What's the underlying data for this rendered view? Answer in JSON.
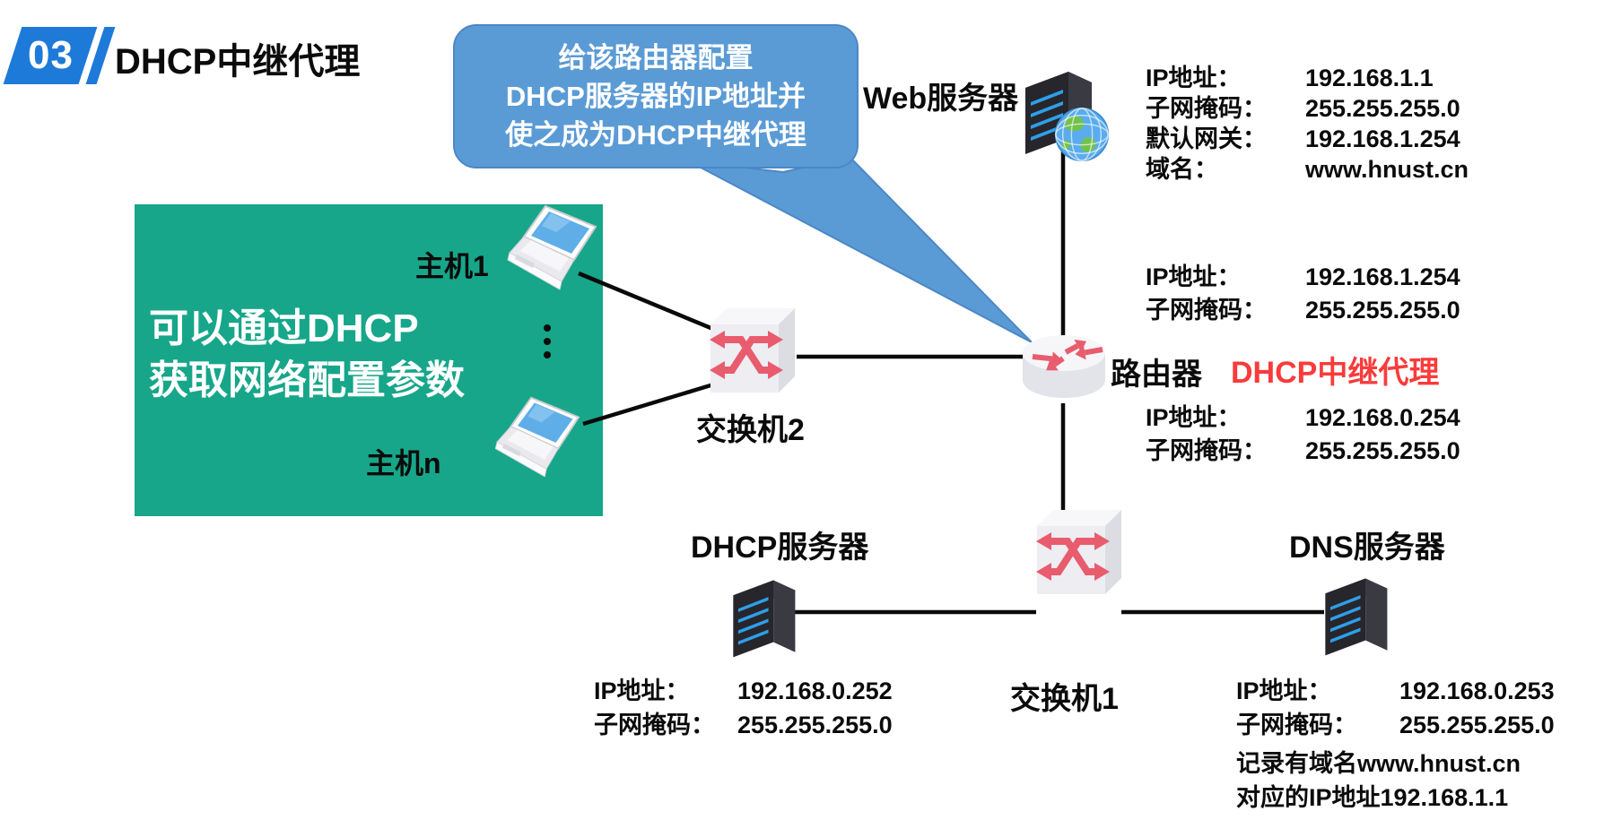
{
  "header": {
    "badge_number": "03",
    "title": "DHCP中继代理"
  },
  "callout": {
    "line1": "给该路由器配置",
    "line2": "DHCP服务器的IP地址并",
    "line3": "使之成为DHCP中继代理"
  },
  "green_panel": {
    "line1": "可以通过DHCP",
    "line2": "获取网络配置参数"
  },
  "nodes": {
    "host1": {
      "label": "主机1"
    },
    "hostn": {
      "label": "主机n"
    },
    "switch2": {
      "label": "交换机2"
    },
    "switch1": {
      "label": "交换机1"
    },
    "router": {
      "label": "路由器",
      "role": "DHCP中继代理"
    },
    "web_server": {
      "label": "Web服务器"
    },
    "dhcp_server": {
      "label": "DHCP服务器"
    },
    "dns_server": {
      "label": "DNS服务器"
    }
  },
  "info": {
    "web": {
      "rows": [
        {
          "label": "IP地址：",
          "value": "192.168.1.1"
        },
        {
          "label": "子网掩码：",
          "value": "255.255.255.0"
        },
        {
          "label": "默认网关：",
          "value": "192.168.1.254"
        },
        {
          "label": "域名：",
          "value": "www.hnust.cn"
        }
      ]
    },
    "router_lan1": {
      "rows": [
        {
          "label": "IP地址：",
          "value": "192.168.1.254"
        },
        {
          "label": "子网掩码：",
          "value": "255.255.255.0"
        }
      ]
    },
    "router_lan0": {
      "rows": [
        {
          "label": "IP地址：",
          "value": "192.168.0.254"
        },
        {
          "label": "子网掩码：",
          "value": "255.255.255.0"
        }
      ]
    },
    "dhcp": {
      "rows": [
        {
          "label": "IP地址：",
          "value": "192.168.0.252"
        },
        {
          "label": "子网掩码：",
          "value": "255.255.255.0"
        }
      ]
    },
    "dns": {
      "rows": [
        {
          "label": "IP地址：",
          "value": "192.168.0.253"
        },
        {
          "label": "子网掩码：",
          "value": "255.255.255.0"
        }
      ],
      "note1": "记录有域名www.hnust.cn",
      "note2": "对应的IP地址192.168.1.1"
    }
  },
  "colors": {
    "badge_blue": "#1E7AD9",
    "bubble_blue": "#5B9BD5",
    "bubble_border": "#4B87C6",
    "panel_green": "#17A689",
    "relay_red": "#F93B3B",
    "device_arrow_red": "#E85C6E"
  }
}
